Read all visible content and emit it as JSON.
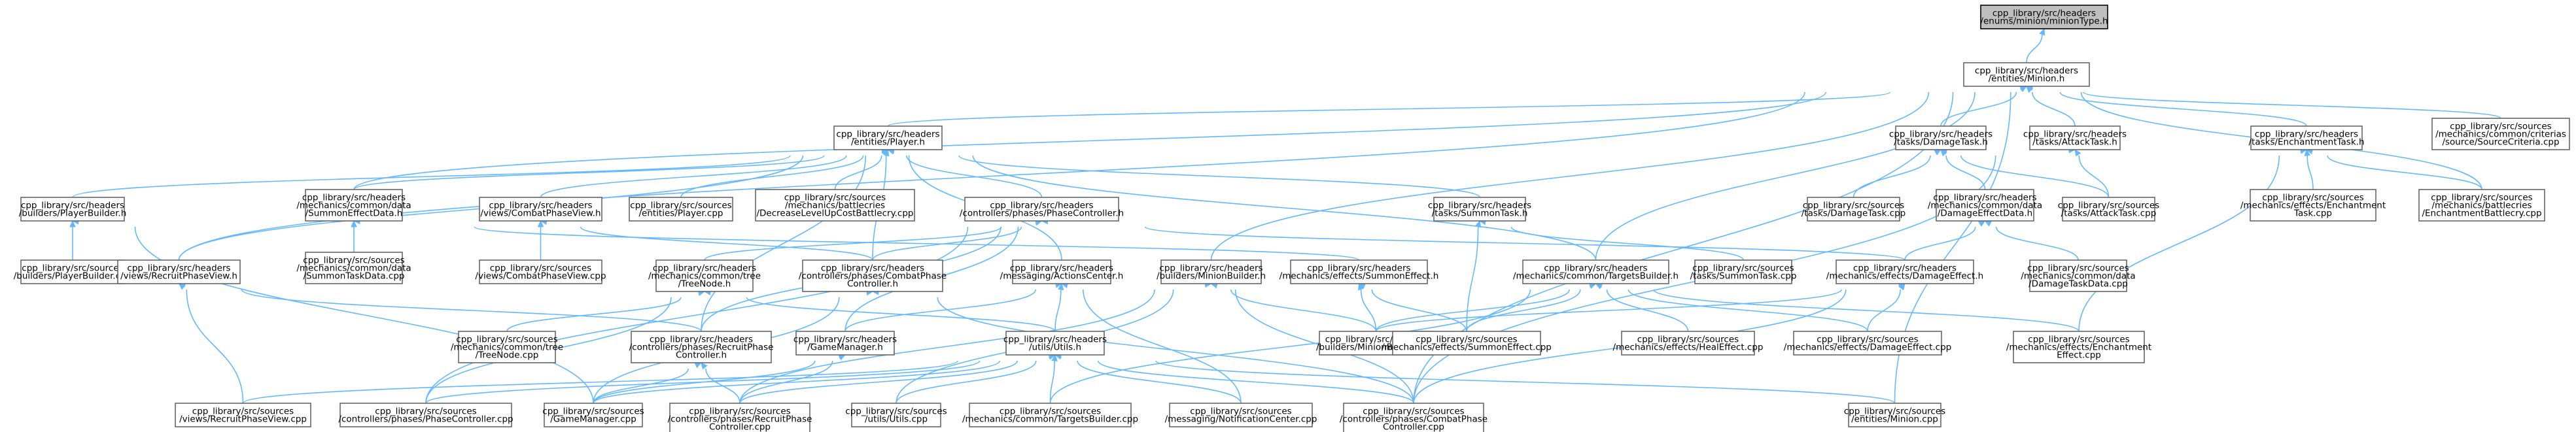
{
  "diagram": {
    "nodes": [
      {
        "id": "minionType",
        "lines": [
          "cpp_library/src/headers",
          "/enums/minion/minionType.h"
        ],
        "root": true
      },
      {
        "id": "minion_h",
        "lines": [
          "cpp_library/src/headers",
          "/entities/Minion.h"
        ]
      },
      {
        "id": "player_h",
        "lines": [
          "cpp_library/src/headers",
          "/entities/Player.h"
        ]
      },
      {
        "id": "damageTask_h",
        "lines": [
          "cpp_library/src/headers",
          "/tasks/DamageTask.h"
        ]
      },
      {
        "id": "attackTask_h",
        "lines": [
          "cpp_library/src/headers",
          "/tasks/AttackTask.h"
        ]
      },
      {
        "id": "enchantTask_h",
        "lines": [
          "cpp_library/src/headers",
          "/tasks/EnchantmentTask.h"
        ]
      },
      {
        "id": "sourceCriteria_cpp",
        "lines": [
          "cpp_library/src/sources",
          "/mechanics/common/criterias",
          "/source/SourceCriteria.cpp"
        ]
      },
      {
        "id": "playerBuilder_h",
        "lines": [
          "cpp_library/src/headers",
          "/builders/PlayerBuilder.h"
        ]
      },
      {
        "id": "summonEffectData_h",
        "lines": [
          "cpp_library/src/headers",
          "/mechanics/common/data",
          "/SummonEffectData.h"
        ]
      },
      {
        "id": "combatPhaseView_h",
        "lines": [
          "cpp_library/src/headers",
          "/views/CombatPhaseView.h"
        ]
      },
      {
        "id": "player_cpp",
        "lines": [
          "cpp_library/src/sources",
          "/entities/Player.cpp"
        ]
      },
      {
        "id": "decreaseLevel_cpp",
        "lines": [
          "cpp_library/src/sources",
          "/mechanics/battlecries",
          "/DecreaseLevelUpCostBattlecry.cpp"
        ]
      },
      {
        "id": "phaseController_h",
        "lines": [
          "cpp_library/src/headers",
          "/controllers/phases/PhaseController.h"
        ]
      },
      {
        "id": "summonTask_h",
        "lines": [
          "cpp_library/src/headers",
          "/tasks/SummonTask.h"
        ]
      },
      {
        "id": "damageTask_cpp",
        "lines": [
          "cpp_library/src/sources",
          "/tasks/DamageTask.cpp"
        ]
      },
      {
        "id": "damageEffectData_h",
        "lines": [
          "cpp_library/src/headers",
          "/mechanics/common/data",
          "/DamageEffectData.h"
        ]
      },
      {
        "id": "attackTask_cpp",
        "lines": [
          "cpp_library/src/sources",
          "/tasks/AttackTask.cpp"
        ]
      },
      {
        "id": "enchantTask_cpp",
        "lines": [
          "cpp_library/src/sources",
          "/mechanics/effects/Enchantment",
          "Task.cpp"
        ]
      },
      {
        "id": "enchantBattlecry_cpp",
        "lines": [
          "cpp_library/src/sources",
          "/mechanics/battlecries",
          "/EnchantmentBattlecry.cpp"
        ]
      },
      {
        "id": "playerBuilder_cpp",
        "lines": [
          "cpp_library/src/sources",
          "/builders/PlayerBuilder.cpp"
        ]
      },
      {
        "id": "summonTaskData_cpp",
        "lines": [
          "cpp_library/src/sources",
          "/mechanics/common/data",
          "/SummonTaskData.cpp"
        ]
      },
      {
        "id": "combatPhaseView_cpp",
        "lines": [
          "cpp_library/src/sources",
          "/views/CombatPhaseView.cpp"
        ]
      },
      {
        "id": "recruitPhaseView_h",
        "lines": [
          "cpp_library/src/headers",
          "/views/RecruitPhaseView.h"
        ]
      },
      {
        "id": "treeNode_h",
        "lines": [
          "cpp_library/src/headers",
          "/mechanics/common/tree",
          "/TreeNode.h"
        ]
      },
      {
        "id": "combatPhaseController_h",
        "lines": [
          "cpp_library/src/headers",
          "/controllers/phases/CombatPhase",
          "Controller.h"
        ]
      },
      {
        "id": "actionsCenter_h",
        "lines": [
          "cpp_library/src/headers",
          "/messaging/ActionsCenter.h"
        ]
      },
      {
        "id": "minionBuilder_h",
        "lines": [
          "cpp_library/src/headers",
          "/builders/MinionBuilder.h"
        ]
      },
      {
        "id": "summonEffect_h",
        "lines": [
          "cpp_library/src/headers",
          "/mechanics/effects/SummonEffect.h"
        ]
      },
      {
        "id": "targetsBuilder_h",
        "lines": [
          "cpp_library/src/headers",
          "/mechanics/common/TargetsBuilder.h"
        ]
      },
      {
        "id": "summonTask_cpp",
        "lines": [
          "cpp_library/src/sources",
          "/tasks/SummonTask.cpp"
        ]
      },
      {
        "id": "damageEffect_h",
        "lines": [
          "cpp_library/src/headers",
          "/mechanics/effects/DamageEffect.h"
        ]
      },
      {
        "id": "damageTaskData_cpp",
        "lines": [
          "cpp_library/src/sources",
          "/mechanics/common/data",
          "/DamageTaskData.cpp"
        ]
      },
      {
        "id": "treeNode_cpp",
        "lines": [
          "cpp_library/src/sources",
          "/mechanics/common/tree",
          "/TreeNode.cpp"
        ]
      },
      {
        "id": "recruitPhaseController_h",
        "lines": [
          "cpp_library/src/headers",
          "/controllers/phases/RecruitPhase",
          "Controller.h"
        ]
      },
      {
        "id": "gameManager_h",
        "lines": [
          "cpp_library/src/headers",
          "/GameManager.h"
        ]
      },
      {
        "id": "utils_h",
        "lines": [
          "cpp_library/src/headers",
          "/utils/Utils.h"
        ]
      },
      {
        "id": "minionBuilder_cpp",
        "lines": [
          "cpp_library/src/sources",
          "/builders/MinionBuilder.cpp"
        ]
      },
      {
        "id": "summonEffect_cpp",
        "lines": [
          "cpp_library/src/sources",
          "/mechanics/effects/SummonEffect.cpp"
        ]
      },
      {
        "id": "healEffect_cpp",
        "lines": [
          "cpp_library/src/sources",
          "/mechanics/effects/HealEffect.cpp"
        ]
      },
      {
        "id": "damageEffect_cpp",
        "lines": [
          "cpp_library/src/sources",
          "/mechanics/effects/DamageEffect.cpp"
        ]
      },
      {
        "id": "enchantEffect_cpp",
        "lines": [
          "cpp_library/src/sources",
          "/mechanics/effects/Enchantment",
          "Effect.cpp"
        ]
      },
      {
        "id": "recruitPhaseView_cpp",
        "lines": [
          "cpp_library/src/sources",
          "/views/RecruitPhaseView.cpp"
        ]
      },
      {
        "id": "phaseController_cpp",
        "lines": [
          "cpp_library/src/sources",
          "/controllers/phases/PhaseController.cpp"
        ]
      },
      {
        "id": "gameManager_cpp",
        "lines": [
          "cpp_library/src/sources",
          "/GameManager.cpp"
        ]
      },
      {
        "id": "recruitPhaseController_cpp",
        "lines": [
          "cpp_library/src/sources",
          "/controllers/phases/RecruitPhase",
          "Controller.cpp"
        ]
      },
      {
        "id": "utils_cpp",
        "lines": [
          "cpp_library/src/sources",
          "/utils/Utils.cpp"
        ]
      },
      {
        "id": "targetsBuilder_cpp",
        "lines": [
          "cpp_library/src/sources",
          "/mechanics/common/TargetsBuilder.cpp"
        ]
      },
      {
        "id": "notificationCenter_cpp",
        "lines": [
          "cpp_library/src/sources",
          "/messaging/NotificationCenter.cpp"
        ]
      },
      {
        "id": "combatPhaseController_cpp",
        "lines": [
          "cpp_library/src/sources",
          "/controllers/phases/CombatPhase",
          "Controller.cpp"
        ]
      },
      {
        "id": "minion_cpp",
        "lines": [
          "cpp_library/src/sources",
          "/entities/Minion.cpp"
        ]
      }
    ],
    "edges": [
      [
        "minion_h",
        "minionType"
      ],
      [
        "player_h",
        "minion_h"
      ],
      [
        "damageTask_h",
        "minion_h"
      ],
      [
        "attackTask_h",
        "minion_h"
      ],
      [
        "enchantTask_h",
        "minion_h"
      ],
      [
        "sourceCriteria_cpp",
        "minion_h"
      ],
      [
        "summonEffectData_h",
        "minion_h"
      ],
      [
        "recruitPhaseView_h",
        "minion_h"
      ],
      [
        "minionBuilder_h",
        "minion_h"
      ],
      [
        "enchantBattlecry_cpp",
        "minion_h"
      ],
      [
        "minion_cpp",
        "minion_h"
      ],
      [
        "combatPhaseController_cpp",
        "minion_h"
      ],
      [
        "targetsBuilder_h",
        "minion_h"
      ],
      [
        "playerBuilder_h",
        "player_h"
      ],
      [
        "summonEffectData_h",
        "player_h"
      ],
      [
        "combatPhaseView_h",
        "player_h"
      ],
      [
        "player_cpp",
        "player_h"
      ],
      [
        "decreaseLevel_cpp",
        "player_h"
      ],
      [
        "phaseController_h",
        "player_h"
      ],
      [
        "summonTask_h",
        "player_h"
      ],
      [
        "recruitPhaseView_h",
        "player_h"
      ],
      [
        "combatPhaseController_h",
        "player_h"
      ],
      [
        "actionsCenter_h",
        "player_h"
      ],
      [
        "targetsBuilder_h",
        "player_h"
      ],
      [
        "recruitPhaseController_h",
        "player_h"
      ],
      [
        "damageTask_cpp",
        "damageTask_h"
      ],
      [
        "damageEffectData_h",
        "damageTask_h"
      ],
      [
        "attackTask_cpp",
        "damageTask_h"
      ],
      [
        "attackTask_cpp",
        "attackTask_h"
      ],
      [
        "combatPhaseController_cpp",
        "attackTask_h"
      ],
      [
        "enchantTask_cpp",
        "enchantTask_h"
      ],
      [
        "enchantBattlecry_cpp",
        "enchantTask_h"
      ],
      [
        "enchantEffect_cpp",
        "enchantTask_h"
      ],
      [
        "playerBuilder_cpp",
        "playerBuilder_h"
      ],
      [
        "gameManager_cpp",
        "playerBuilder_h"
      ],
      [
        "summonTaskData_cpp",
        "summonEffectData_h"
      ],
      [
        "summonEffect_h",
        "summonEffectData_h"
      ],
      [
        "combatPhaseView_cpp",
        "combatPhaseView_h"
      ],
      [
        "combatPhaseController_h",
        "combatPhaseView_h"
      ],
      [
        "treeNode_h",
        "phaseController_h"
      ],
      [
        "combatPhaseController_h",
        "phaseController_h"
      ],
      [
        "recruitPhaseController_h",
        "phaseController_h"
      ],
      [
        "phaseController_cpp",
        "phaseController_h"
      ],
      [
        "gameManager_h",
        "phaseController_h"
      ],
      [
        "damageEffect_h",
        "phaseController_h"
      ],
      [
        "summonTask_cpp",
        "summonTask_h"
      ],
      [
        "summonEffect_cpp",
        "summonTask_h"
      ],
      [
        "damageEffect_h",
        "damageEffectData_h"
      ],
      [
        "damageTaskData_cpp",
        "damageEffectData_h"
      ],
      [
        "recruitPhaseView_cpp",
        "recruitPhaseView_h"
      ],
      [
        "recruitPhaseController_h",
        "recruitPhaseView_h"
      ],
      [
        "treeNode_cpp",
        "treeNode_h"
      ],
      [
        "utils_h",
        "treeNode_h"
      ],
      [
        "phaseController_cpp",
        "treeNode_h"
      ],
      [
        "gameManager_cpp",
        "combatPhaseController_h"
      ],
      [
        "combatPhaseController_cpp",
        "combatPhaseController_h"
      ],
      [
        "utils_h",
        "actionsCenter_h"
      ],
      [
        "notificationCenter_cpp",
        "actionsCenter_h"
      ],
      [
        "gameManager_h",
        "actionsCenter_h"
      ],
      [
        "minionBuilder_cpp",
        "minionBuilder_h"
      ],
      [
        "utils_cpp",
        "minionBuilder_h"
      ],
      [
        "combatPhaseController_cpp",
        "minionBuilder_h"
      ],
      [
        "recruitPhaseController_cpp",
        "minionBuilder_h"
      ],
      [
        "minionBuilder_cpp",
        "summonEffect_h"
      ],
      [
        "summonEffect_cpp",
        "summonEffect_h"
      ],
      [
        "minionBuilder_cpp",
        "targetsBuilder_h"
      ],
      [
        "summonEffect_cpp",
        "targetsBuilder_h"
      ],
      [
        "healEffect_cpp",
        "targetsBuilder_h"
      ],
      [
        "damageEffect_cpp",
        "targetsBuilder_h"
      ],
      [
        "enchantEffect_cpp",
        "targetsBuilder_h"
      ],
      [
        "targetsBuilder_cpp",
        "targetsBuilder_h"
      ],
      [
        "minionBuilder_cpp",
        "damageEffect_h"
      ],
      [
        "damageEffect_cpp",
        "damageEffect_h"
      ],
      [
        "combatPhaseController_cpp",
        "damageEffect_h"
      ],
      [
        "gameManager_cpp",
        "recruitPhaseController_h"
      ],
      [
        "recruitPhaseController_cpp",
        "recruitPhaseController_h"
      ],
      [
        "gameManager_cpp",
        "gameManager_h"
      ],
      [
        "recruitPhaseController_cpp",
        "gameManager_h"
      ],
      [
        "recruitPhaseView_cpp",
        "utils_h"
      ],
      [
        "phaseController_cpp",
        "utils_h"
      ],
      [
        "gameManager_cpp",
        "utils_h"
      ],
      [
        "recruitPhaseController_cpp",
        "utils_h"
      ],
      [
        "utils_cpp",
        "utils_h"
      ],
      [
        "targetsBuilder_cpp",
        "utils_h"
      ],
      [
        "notificationCenter_cpp",
        "utils_h"
      ],
      [
        "combatPhaseController_cpp",
        "utils_h"
      ],
      [
        "minion_cpp",
        "utils_h"
      ]
    ]
  }
}
